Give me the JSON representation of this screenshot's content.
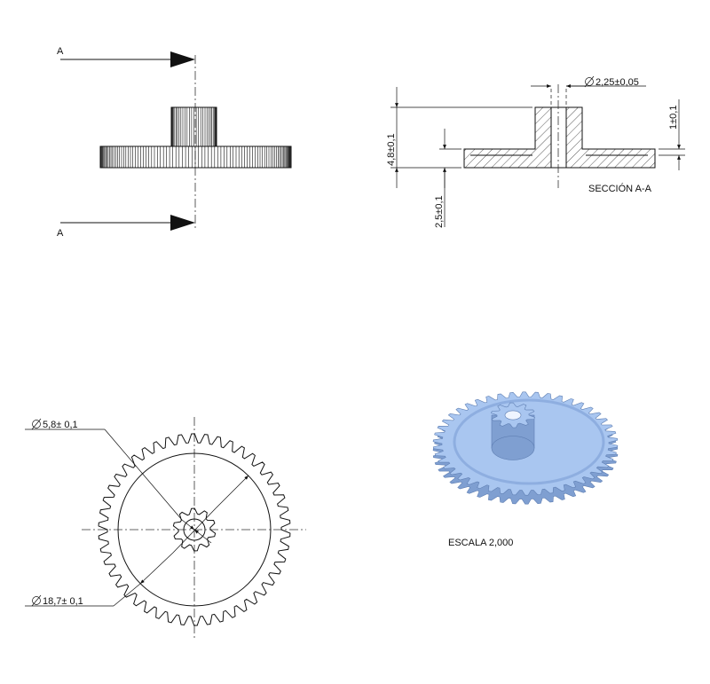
{
  "views": {
    "front": {
      "section_mark_top": "A",
      "section_mark_bottom": "A"
    },
    "section": {
      "title": "SECCIÓN A-A",
      "dim_bore": "2,25±0,05",
      "dim_total_height": "4,8±0,1",
      "dim_hub_offset": "2,5±0,1",
      "dim_disc_thickness": "1±0,1"
    },
    "top": {
      "dim_inner": "5,8± 0,1",
      "dim_outer": "18,7± 0,1",
      "gear_teeth": 46,
      "pinion_teeth": 10
    },
    "iso": {
      "scale_label": "ESCALA 2,000",
      "gear_teeth": 46,
      "pinion_teeth": 10,
      "face_color": "#a9c6f0",
      "shade_color": "#7f9fd1"
    }
  }
}
